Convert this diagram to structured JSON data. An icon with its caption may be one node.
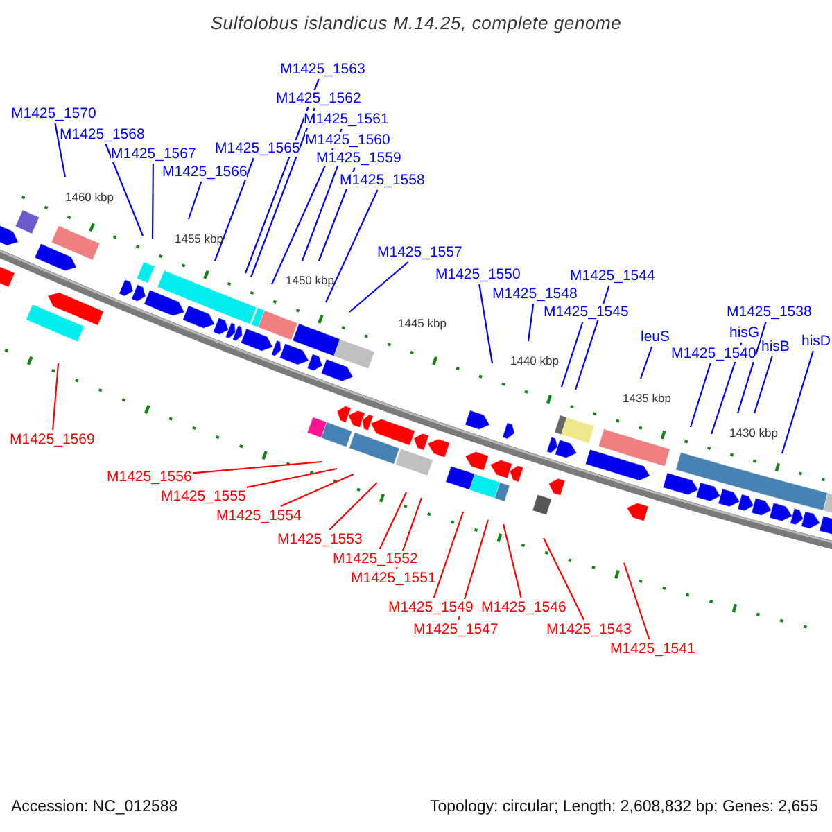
{
  "diagram": {
    "title": "Sulfolobus islandicus M.14.25, complete genome",
    "nodes": [
      {
        "text": [
          "M1425_1563"
        ]
      },
      {
        "text": [
          "M1425_1562"
        ]
      },
      {
        "text": [
          "M1425_1561"
        ]
      },
      {
        "text": [
          "M1425_1570"
        ]
      },
      {
        "text": [
          "M1425_1560"
        ]
      },
      {
        "text": [
          "M1425_1568"
        ]
      },
      {
        "text": [
          "M1425_1565"
        ]
      },
      {
        "text": [
          "M1425_1559"
        ]
      },
      {
        "text": [
          "M1425_1567"
        ]
      },
      {
        "text": [
          "M1425_1566"
        ]
      },
      {
        "text": [
          "M1425_1558"
        ]
      },
      {
        "text": [
          "M1425_1557"
        ]
      },
      {
        "text": [
          "M1425_1550"
        ]
      },
      {
        "text": [
          "M1425_1544"
        ]
      },
      {
        "text": [
          "M1425_1548"
        ]
      },
      {
        "text": [
          "M1425_1545"
        ]
      },
      {
        "text": [
          "M1425_1538"
        ]
      },
      {
        "text": [
          "hisG"
        ]
      },
      {
        "text": [
          "hisD"
        ]
      },
      {
        "text": [
          "hisB"
        ]
      },
      {
        "text": [
          "leuS"
        ]
      },
      {
        "text": [
          "M1425_1540"
        ]
      },
      {
        "text": [
          "M1425_1569"
        ]
      },
      {
        "text": [
          "M1425_1556"
        ]
      },
      {
        "text": [
          "M1425_1555"
        ]
      },
      {
        "text": [
          "M1425_1554"
        ]
      },
      {
        "text": [
          "M1425_1553"
        ]
      },
      {
        "text": [
          "M1425_1552"
        ]
      },
      {
        "text": [
          "M1425_1551"
        ]
      },
      {
        "text": [
          "M1425_1549"
        ]
      },
      {
        "text": [
          "M1425_1546"
        ]
      },
      {
        "text": [
          "M1425_1547"
        ]
      },
      {
        "text": [
          "M1425_1543"
        ]
      },
      {
        "text": [
          "M1425_1541"
        ]
      }
    ],
    "edges": [
      {
        "from": 0,
        "to": null,
        "arrow": "none"
      },
      {
        "from": 1,
        "to": null,
        "arrow": "none"
      },
      {
        "from": 2,
        "to": null,
        "arrow": "none"
      },
      {
        "from": 3,
        "to": null,
        "arrow": "none"
      },
      {
        "from": 4,
        "to": null,
        "arrow": "none"
      },
      {
        "from": 5,
        "to": null,
        "arrow": "none"
      },
      {
        "from": 6,
        "to": null,
        "arrow": "none"
      },
      {
        "from": 7,
        "to": null,
        "arrow": "none"
      },
      {
        "from": 8,
        "to": null,
        "arrow": "none"
      },
      {
        "from": 9,
        "to": null,
        "arrow": "none"
      },
      {
        "from": 10,
        "to": null,
        "arrow": "none"
      },
      {
        "from": 11,
        "to": null,
        "arrow": "none"
      },
      {
        "from": 12,
        "to": null,
        "arrow": "none"
      },
      {
        "from": 13,
        "to": null,
        "arrow": "none"
      },
      {
        "from": 14,
        "to": null,
        "arrow": "none"
      },
      {
        "from": 15,
        "to": null,
        "arrow": "none"
      },
      {
        "from": 16,
        "to": null,
        "arrow": "none"
      },
      {
        "from": 17,
        "to": null,
        "arrow": "none"
      },
      {
        "from": 18,
        "to": null,
        "arrow": "none"
      },
      {
        "from": 19,
        "to": null,
        "arrow": "none"
      },
      {
        "from": 20,
        "to": null,
        "arrow": "none"
      },
      {
        "from": 21,
        "to": null,
        "arrow": "none"
      },
      {
        "from": 22,
        "to": null,
        "arrow": "none",
        "color": "#ff0000"
      },
      {
        "from": 23,
        "to": null,
        "arrow": "none",
        "color": "#ff0000"
      },
      {
        "from": 24,
        "to": null,
        "arrow": "none",
        "color": "#ff0000"
      },
      {
        "from": 25,
        "to": null,
        "arrow": "none",
        "color": "#ff0000"
      },
      {
        "from": 26,
        "to": null,
        "arrow": "none",
        "color": "#ff0000"
      },
      {
        "from": 27,
        "to": null,
        "arrow": "none",
        "color": "#ff0000"
      },
      {
        "from": 28,
        "to": null,
        "arrow": "none",
        "color": "#ff0000"
      },
      {
        "from": 29,
        "to": null,
        "arrow": "none",
        "color": "#ff0000"
      },
      {
        "from": 30,
        "to": null,
        "arrow": "none",
        "color": "#ff0000"
      },
      {
        "from": 31,
        "to": null,
        "arrow": "none",
        "color": "#ff0000"
      },
      {
        "from": 32,
        "to": null,
        "arrow": "none",
        "color": "#ff0000"
      },
      {
        "from": 33,
        "to": null,
        "arrow": "none",
        "color": "#ff0000"
      }
    ],
    "labels": [
      "1460 kbp",
      "1455 kbp",
      "1450 kbp",
      "1445 kbp",
      "1440 kbp",
      "1435 kbp",
      "1430 kbp",
      "Accession: NC_012588",
      "Topology: circular; Length: 2,608,832 bp; Genes: 2,655"
    ]
  }
}
